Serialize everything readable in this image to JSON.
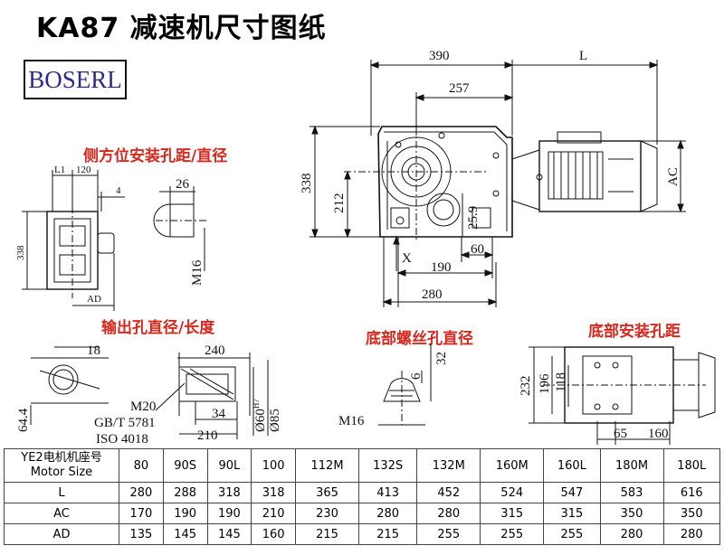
{
  "title": "KA87 减速机尺寸图纸",
  "logo": "BOSERL",
  "section_labels": {
    "side_holes": "侧方位安装孔距/直径",
    "output_hole": "输出孔直径/长度",
    "bottom_thread": "底部螺丝孔直径",
    "bottom_holes": "底部安装孔距"
  },
  "dims": {
    "main": {
      "d390": "390",
      "dL": "L",
      "d257": "257",
      "d338": "338",
      "d212": "212",
      "dAC": "AC",
      "d25_9": "25.9",
      "d60": "60",
      "d190": "190",
      "d280": "280",
      "dX": "X"
    },
    "side": {
      "dL1": "L1",
      "d120": "120",
      "d4": "4",
      "d338": "338",
      "dAD": "AD"
    },
    "key": {
      "d26": "26",
      "dM16": "M16"
    },
    "output": {
      "d18": "18",
      "d64_4": "64.4",
      "d240": "240",
      "d34": "34",
      "d210": "210",
      "d60H7": "Ø60",
      "d60H7_sup": "H7",
      "d85": "Ø85",
      "std1": "M20",
      "std2": "GB/T 5781",
      "std3": "ISO 4018"
    },
    "thread": {
      "d32": "32",
      "d6": "6",
      "dM16": "M16"
    },
    "bottom": {
      "d232": "232",
      "d196": "196",
      "d118": "118",
      "d65": "65",
      "d160": "160"
    }
  },
  "table": {
    "header_line1": "YE2电机机座号",
    "header_line2": "Motor Size",
    "sizes": [
      "80",
      "90S",
      "90L",
      "100",
      "112M",
      "132S",
      "132M",
      "160M",
      "160L",
      "180M",
      "180L"
    ],
    "rows": [
      {
        "label": "L",
        "values": [
          "280",
          "288",
          "318",
          "318",
          "365",
          "413",
          "452",
          "524",
          "547",
          "583",
          "616"
        ]
      },
      {
        "label": "AC",
        "values": [
          "170",
          "190",
          "190",
          "210",
          "230",
          "280",
          "280",
          "315",
          "315",
          "350",
          "350"
        ]
      },
      {
        "label": "AD",
        "values": [
          "135",
          "145",
          "145",
          "160",
          "215",
          "215",
          "255",
          "255",
          "255",
          "280",
          "280"
        ]
      }
    ]
  }
}
